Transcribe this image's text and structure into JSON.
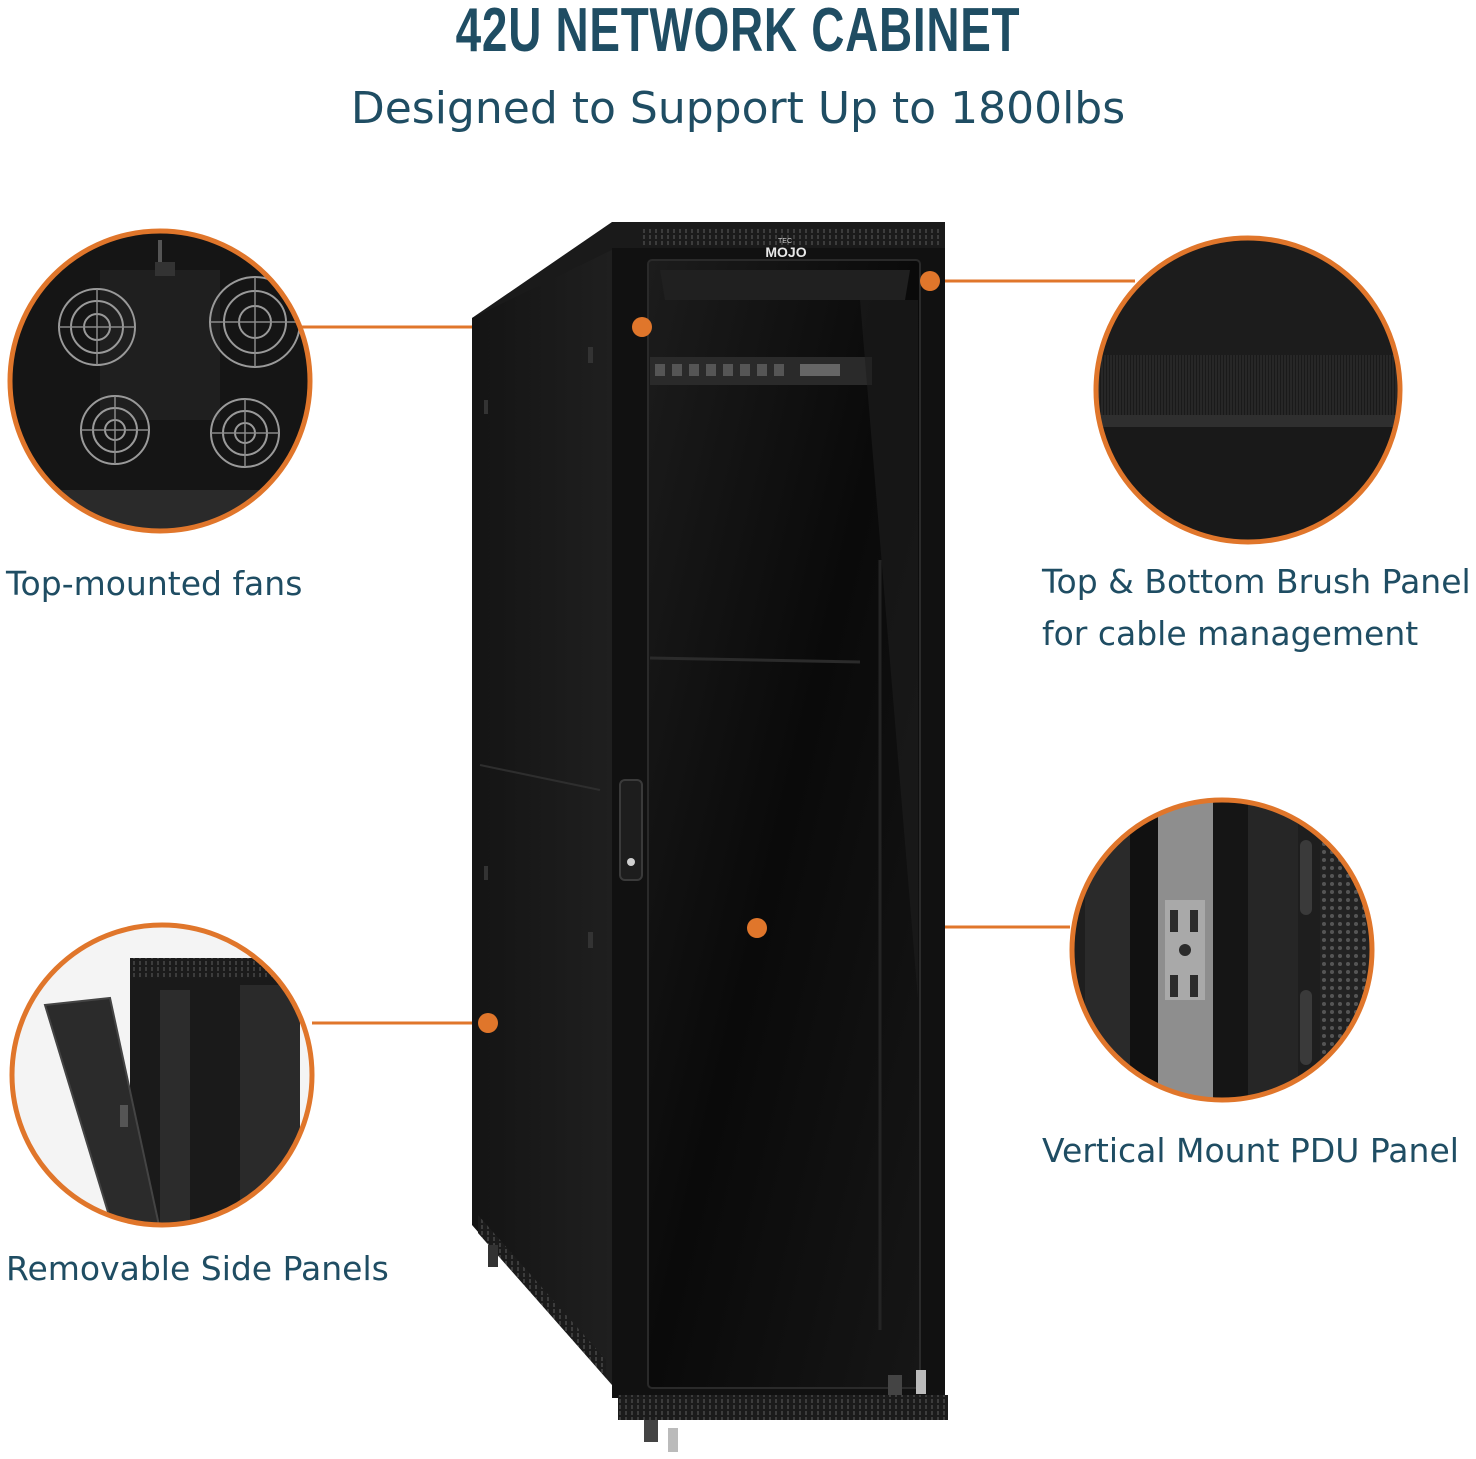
{
  "header": {
    "title": "42U NETWORK CABINET",
    "subtitle": "Designed to Support Up to 1800lbs"
  },
  "brand": {
    "logo_small": "TEC",
    "logo_big": "MOJO"
  },
  "callouts": {
    "fans": "Top-mounted fans",
    "brush_line1": "Top & Bottom Brush Panel",
    "brush_line2": "for cable management",
    "pdu": "Vertical Mount PDU Panel",
    "side": "Removable Side Panels"
  },
  "colors": {
    "title": "#1f4d63",
    "accent": "#e0762b",
    "cabinet": "#121212"
  }
}
